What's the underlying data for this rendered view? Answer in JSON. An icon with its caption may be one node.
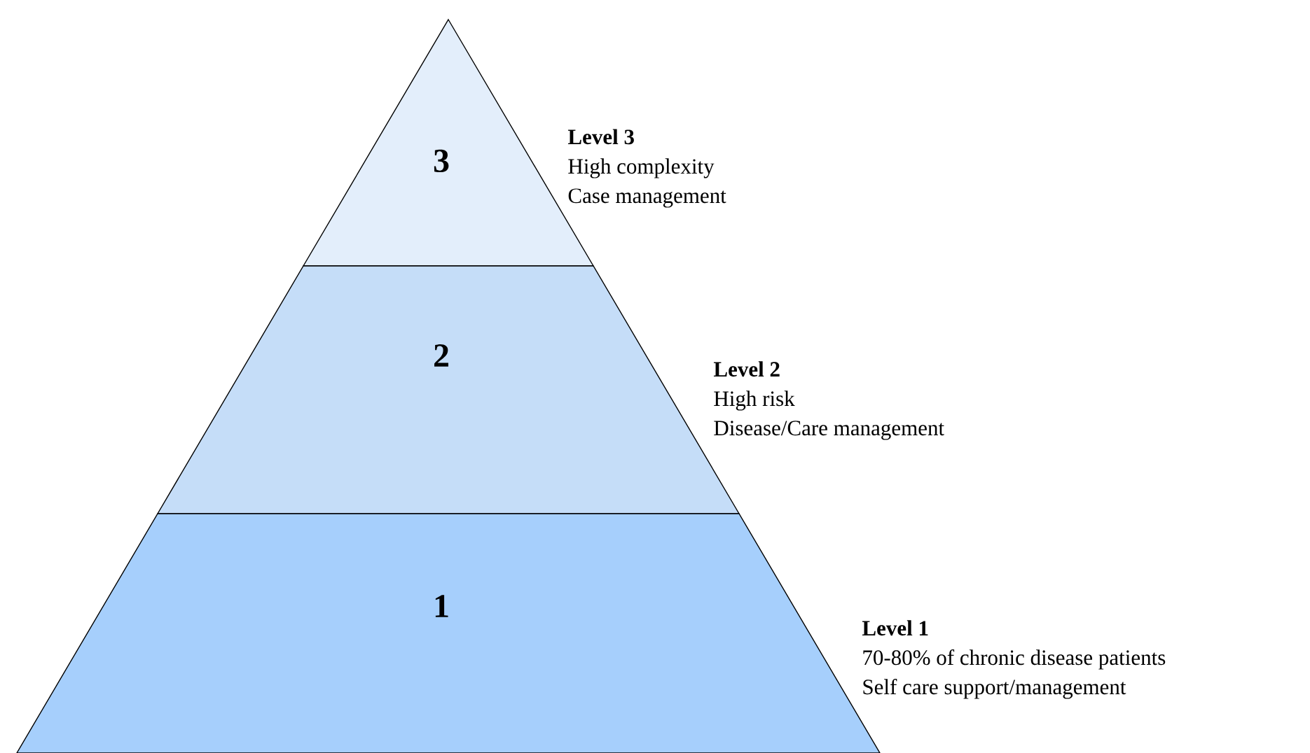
{
  "diagram": {
    "nodes": [
      {
        "text": [
          "3"
        ],
        "beside": [
          "Level 3",
          "High complexity",
          "Case management"
        ]
      },
      {
        "text": [
          "2"
        ],
        "beside": [
          "Level 2",
          "High risk",
          "Disease/Care management"
        ]
      },
      {
        "text": [
          "1"
        ],
        "beside": [
          "Level 1",
          "70-80% of chronic disease patients",
          "Self care support/management"
        ]
      }
    ]
  }
}
